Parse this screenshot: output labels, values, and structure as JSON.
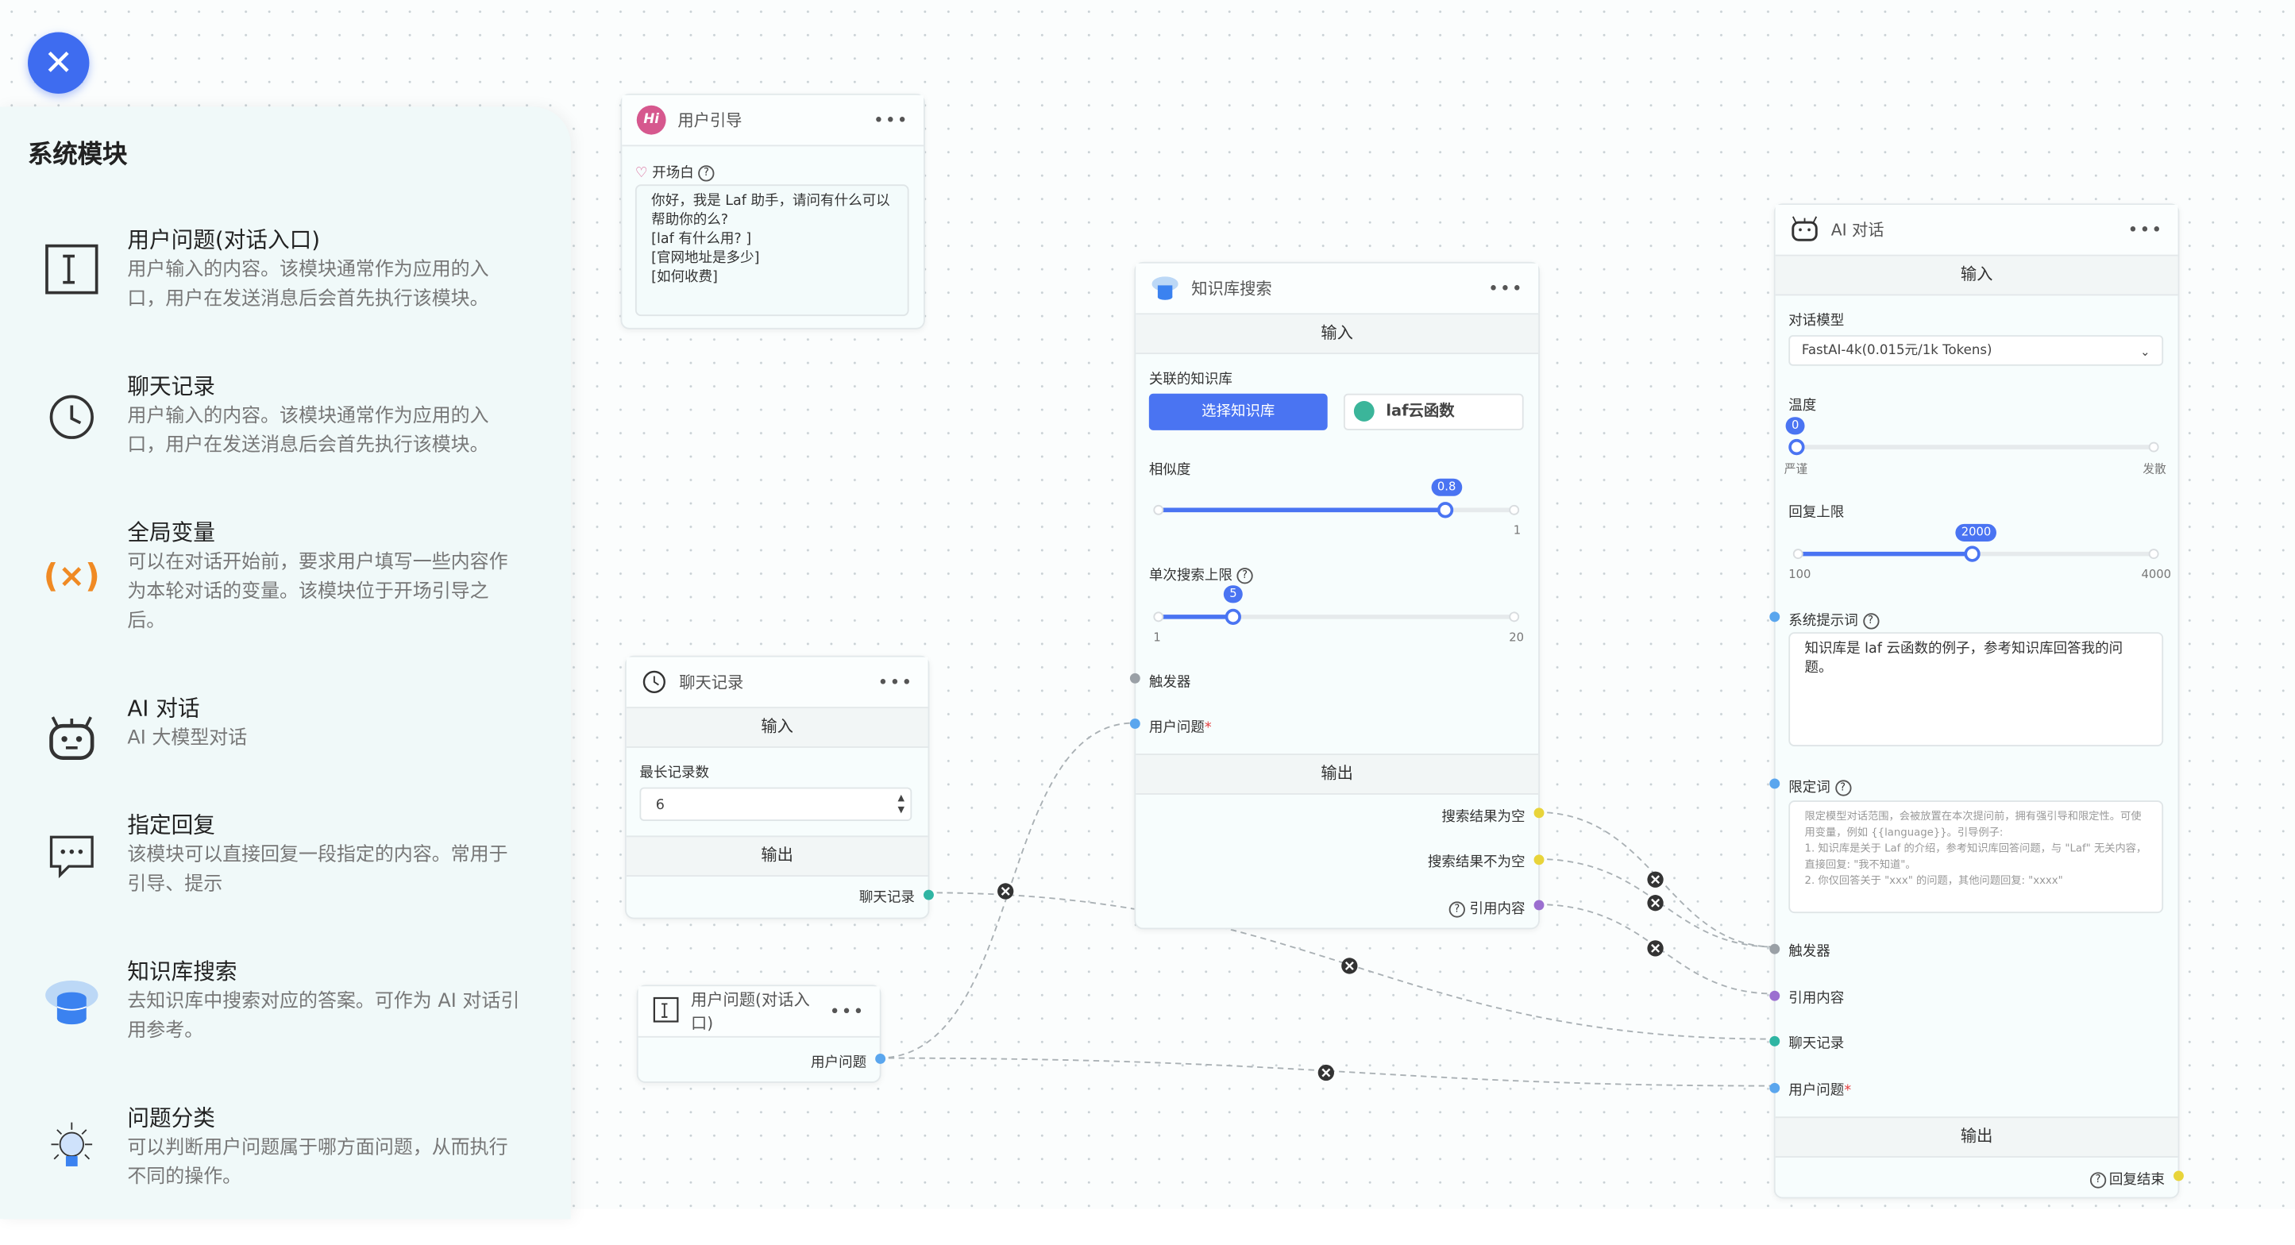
{
  "close_button": {
    "icon": "close-icon"
  },
  "sidebar": {
    "title": "系统模块",
    "items": [
      {
        "title": "用户问题(对话入口)",
        "desc": "用户输入的内容。该模块通常作为应用的入口，用户在发送消息后会首先执行该模块。",
        "icon": "text-cursor-icon"
      },
      {
        "title": "聊天记录",
        "desc": "用户输入的内容。该模块通常作为应用的入口，用户在发送消息后会首先执行该模块。",
        "icon": "clock-icon"
      },
      {
        "title": "全局变量",
        "desc": "可以在对话开始前，要求用户填写一些内容作为本轮对话的变量。该模块位于开场引导之后。",
        "icon": "variable-icon"
      },
      {
        "title": "AI 对话",
        "desc": "AI 大模型对话",
        "icon": "robot-icon"
      },
      {
        "title": "指定回复",
        "desc": "该模块可以直接回复一段指定的内容。常用于引导、提示",
        "icon": "chat-bubble-icon"
      },
      {
        "title": "知识库搜索",
        "desc": "去知识库中搜索对应的答案。可作为 AI 对话引用参考。",
        "icon": "database-cloud-icon"
      },
      {
        "title": "问题分类",
        "desc": "可以判断用户问题属于哪方面问题，从而执行不同的操作。",
        "icon": "lightbulb-icon"
      }
    ]
  },
  "nodes": {
    "guide": {
      "title": "用户引导",
      "icon_text": "Hi",
      "more": "•••",
      "welcome_label": "开场白",
      "welcome_text": "你好，我是 Laf 助手，请问有什么可以帮助你的么?\n[laf 有什么用? ]\n[官网地址是多少]\n[如何收费]"
    },
    "history": {
      "title": "聊天记录",
      "more": "•••",
      "input": "输入",
      "max_label": "最长记录数",
      "max_value": "6",
      "output": "输出",
      "out_label": "聊天记录"
    },
    "question": {
      "title": "用户问题(对话入口)",
      "more": "•••",
      "out_label": "用户问题"
    },
    "kb": {
      "title": "知识库搜索",
      "more": "•••",
      "input": "输入",
      "linked_label": "关联的知识库",
      "select_btn": "选择知识库",
      "kb_name": "laf云函数",
      "similarity": {
        "label": "相似度",
        "value": 0.8,
        "value_text": "0.8",
        "min": 0,
        "max": 1,
        "max_text": "1"
      },
      "limit": {
        "label": "单次搜索上限",
        "value": 5,
        "value_text": "5",
        "min": 1,
        "max": 20,
        "min_text": "1",
        "max_text": "20"
      },
      "trigger": "触发器",
      "user_q": "用户问题",
      "required": "*",
      "output": "输出",
      "out_empty": "搜索结果为空",
      "out_not_empty": "搜索结果不为空",
      "out_quote": "引用内容"
    },
    "ai": {
      "title": "AI 对话",
      "more": "•••",
      "input": "输入",
      "model_label": "对话模型",
      "model_value": "FastAI-4k(0.015元/1k Tokens)",
      "temp": {
        "label": "温度",
        "value": 0,
        "value_text": "0",
        "min": 0,
        "max": 10,
        "min_text": "严谨",
        "max_text": "发散"
      },
      "maxtok": {
        "label": "回复上限",
        "value": 2000,
        "value_text": "2000",
        "min": 100,
        "max": 4000,
        "min_text": "100",
        "max_text": "4000"
      },
      "sys_label": "系统提示词",
      "sys_value": "知识库是 laf 云函数的例子，参考知识库回答我的问题。",
      "limit_label": "限定词",
      "limit_placeholder": "限定模型对话范围，会被放置在本次提问前，拥有强引导和限定性。可使用变量，例如 {{language}}。引导例子:\n1. 知识库是关于 Laf 的介绍，参考知识库回答问题，与 \"Laf\" 无关内容，直接回复: \"我不知道\"。\n2. 你仅回答关于 \"xxx\" 的问题，其他问题回复: \"xxxx\"",
      "trigger": "触发器",
      "quote": "引用内容",
      "history": "聊天记录",
      "user_q": "用户问题",
      "required": "*",
      "output": "输出",
      "done": "回复结束"
    }
  },
  "colors": {
    "accent": "#4a74f2",
    "trigger": "#9aa0a6",
    "user": "#5aa6ee",
    "history": "#2fb5a3",
    "quote": "#9b6fd0",
    "boolean": "#e8d43a"
  }
}
